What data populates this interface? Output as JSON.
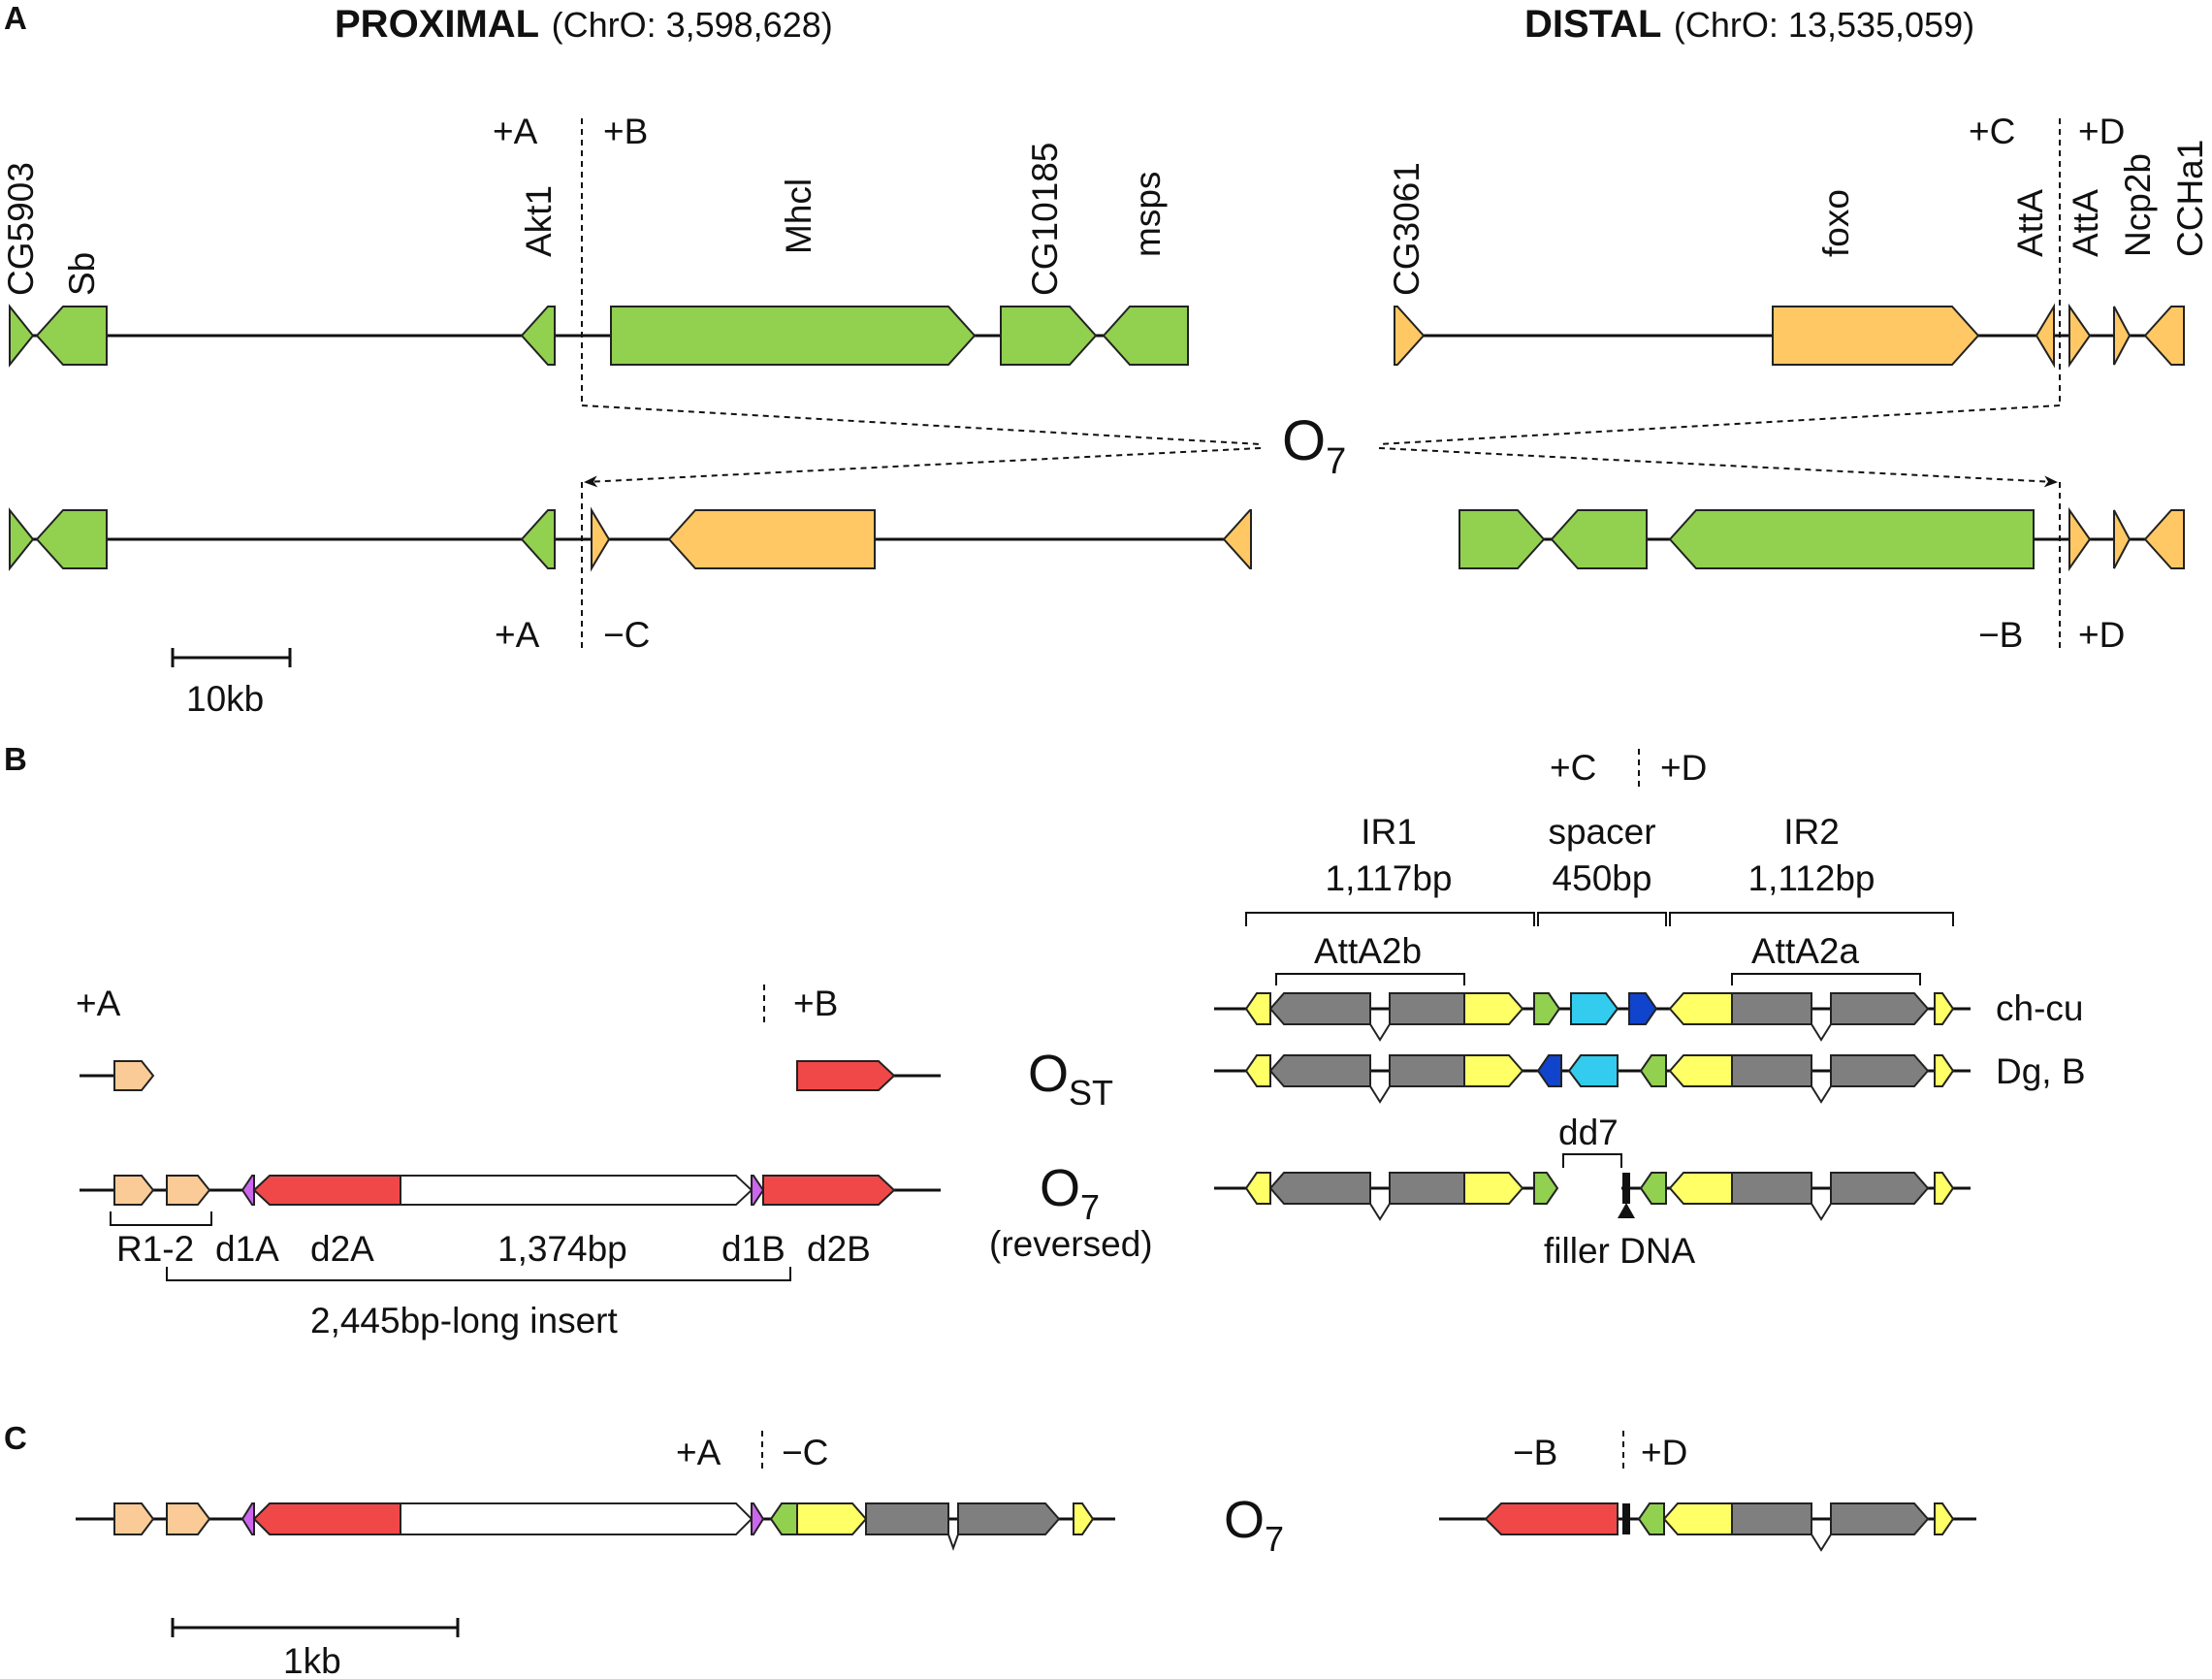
{
  "colors": {
    "green": "#92d050",
    "orange": "#ffc864",
    "peach": "#fbcb97",
    "red": "#f04848",
    "white": "#ffffff",
    "purple": "#cc66ee",
    "yellow": "#ffff66",
    "gray": "#7f7f7f",
    "cyan": "#33ccee",
    "blue": "#1144cc",
    "line": "#111111"
  },
  "panelA": {
    "label": "A",
    "proximal_title": "PROXIMAL",
    "proximal_coord": "(ChrO: 3,598,628)",
    "distal_title": "DISTAL",
    "distal_coord": "(ChrO: 13,535,059)",
    "top": {
      "bp_plusA": "+A",
      "bp_plusB": "+B",
      "bp_plusC": "+C",
      "bp_plusD": "+D"
    },
    "genes": {
      "cg5903": "CG5903",
      "sb": "Sb",
      "akt1": "Akt1",
      "mhcl": "Mhcl",
      "cg10185": "CG10185",
      "msps": "msps",
      "cg3061": "CG3061",
      "foxo": "foxo",
      "atta1": "AttA",
      "atta2": "AttA",
      "ncp2b": "Ncp2b",
      "ccha1": "CCHa1"
    },
    "inversion": "O",
    "inversion_sub": "7",
    "bottom": {
      "bp_plusA": "+A",
      "bp_minusC": "−C",
      "bp_minusB": "−B",
      "bp_plusD": "+D"
    },
    "scale": "10kb"
  },
  "panelB": {
    "label": "B",
    "left": {
      "bp_plusA": "+A",
      "bp_plusB": "+B",
      "ost": "O",
      "ost_sub": "ST",
      "o7": "O",
      "o7_sub": "7",
      "reversed": "(reversed)",
      "r12": "R1-2",
      "d1a": "d1A",
      "d2a": "d2A",
      "len": "1,374bp",
      "d1b": "d1B",
      "d2b": "d2B",
      "insert": "2,445bp-long insert"
    },
    "right": {
      "bp_plusC": "+C",
      "bp_plusD": "+D",
      "ir1": "IR1",
      "ir1_len": "1,117bp",
      "spacer": "spacer",
      "spacer_len": "450bp",
      "ir2": "IR2",
      "ir2_len": "1,112bp",
      "atta2b": "AttA2b",
      "atta2a": "AttA2a",
      "row1": "ch-cu",
      "row2": "Dg, B",
      "dd7": "dd7",
      "filler": "filler DNA"
    }
  },
  "panelC": {
    "label": "C",
    "bp_plusA": "+A",
    "bp_minusC": "−C",
    "bp_minusB": "−B",
    "bp_plusD": "+D",
    "o7": "O",
    "o7_sub": "7",
    "scale": "1kb"
  }
}
